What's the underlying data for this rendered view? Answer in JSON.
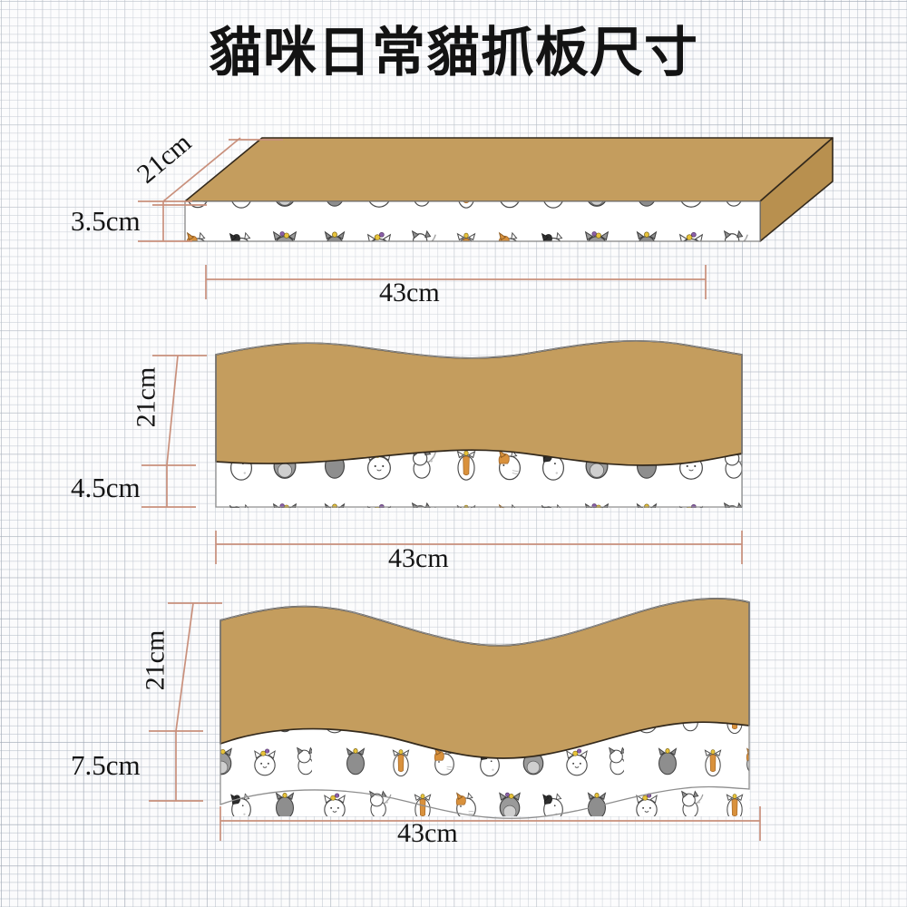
{
  "page": {
    "title": "貓咪日常貓抓板尺寸",
    "background": "graph-paper",
    "colors": {
      "board_top": "#c49d5e",
      "board_side": "#b8904f",
      "board_outline": "#3a3226",
      "dimension_line": "#c9907c",
      "grid_minor": "#b2bac6",
      "grid_major": "#969eaa",
      "text": "#141414",
      "pattern_band": "#ffffff",
      "cat_gray": "#8c8c8c",
      "cat_dark": "#4a4a4a",
      "cat_orange": "#d9913c",
      "cat_yellow": "#e8c33a",
      "cat_purple": "#8b5fa8"
    }
  },
  "products": [
    {
      "id": "flat-board",
      "shape": "flat-3d-slab",
      "dimensions": {
        "depth": {
          "value": "21cm",
          "orientation": "diagonal"
        },
        "height": {
          "value": "3.5cm",
          "orientation": "horizontal"
        },
        "width": {
          "value": "43cm",
          "orientation": "horizontal"
        }
      }
    },
    {
      "id": "wave-board-shallow",
      "shape": "wavy-panel",
      "dimensions": {
        "depth": {
          "value": "21cm",
          "orientation": "vertical"
        },
        "height": {
          "value": "4.5cm",
          "orientation": "horizontal"
        },
        "width": {
          "value": "43cm",
          "orientation": "horizontal"
        }
      }
    },
    {
      "id": "wave-board-deep",
      "shape": "wavy-panel-s-curve",
      "dimensions": {
        "depth": {
          "value": "21cm",
          "orientation": "vertical"
        },
        "height": {
          "value": "7.5cm",
          "orientation": "horizontal"
        },
        "width": {
          "value": "43cm",
          "orientation": "horizontal"
        }
      }
    }
  ]
}
